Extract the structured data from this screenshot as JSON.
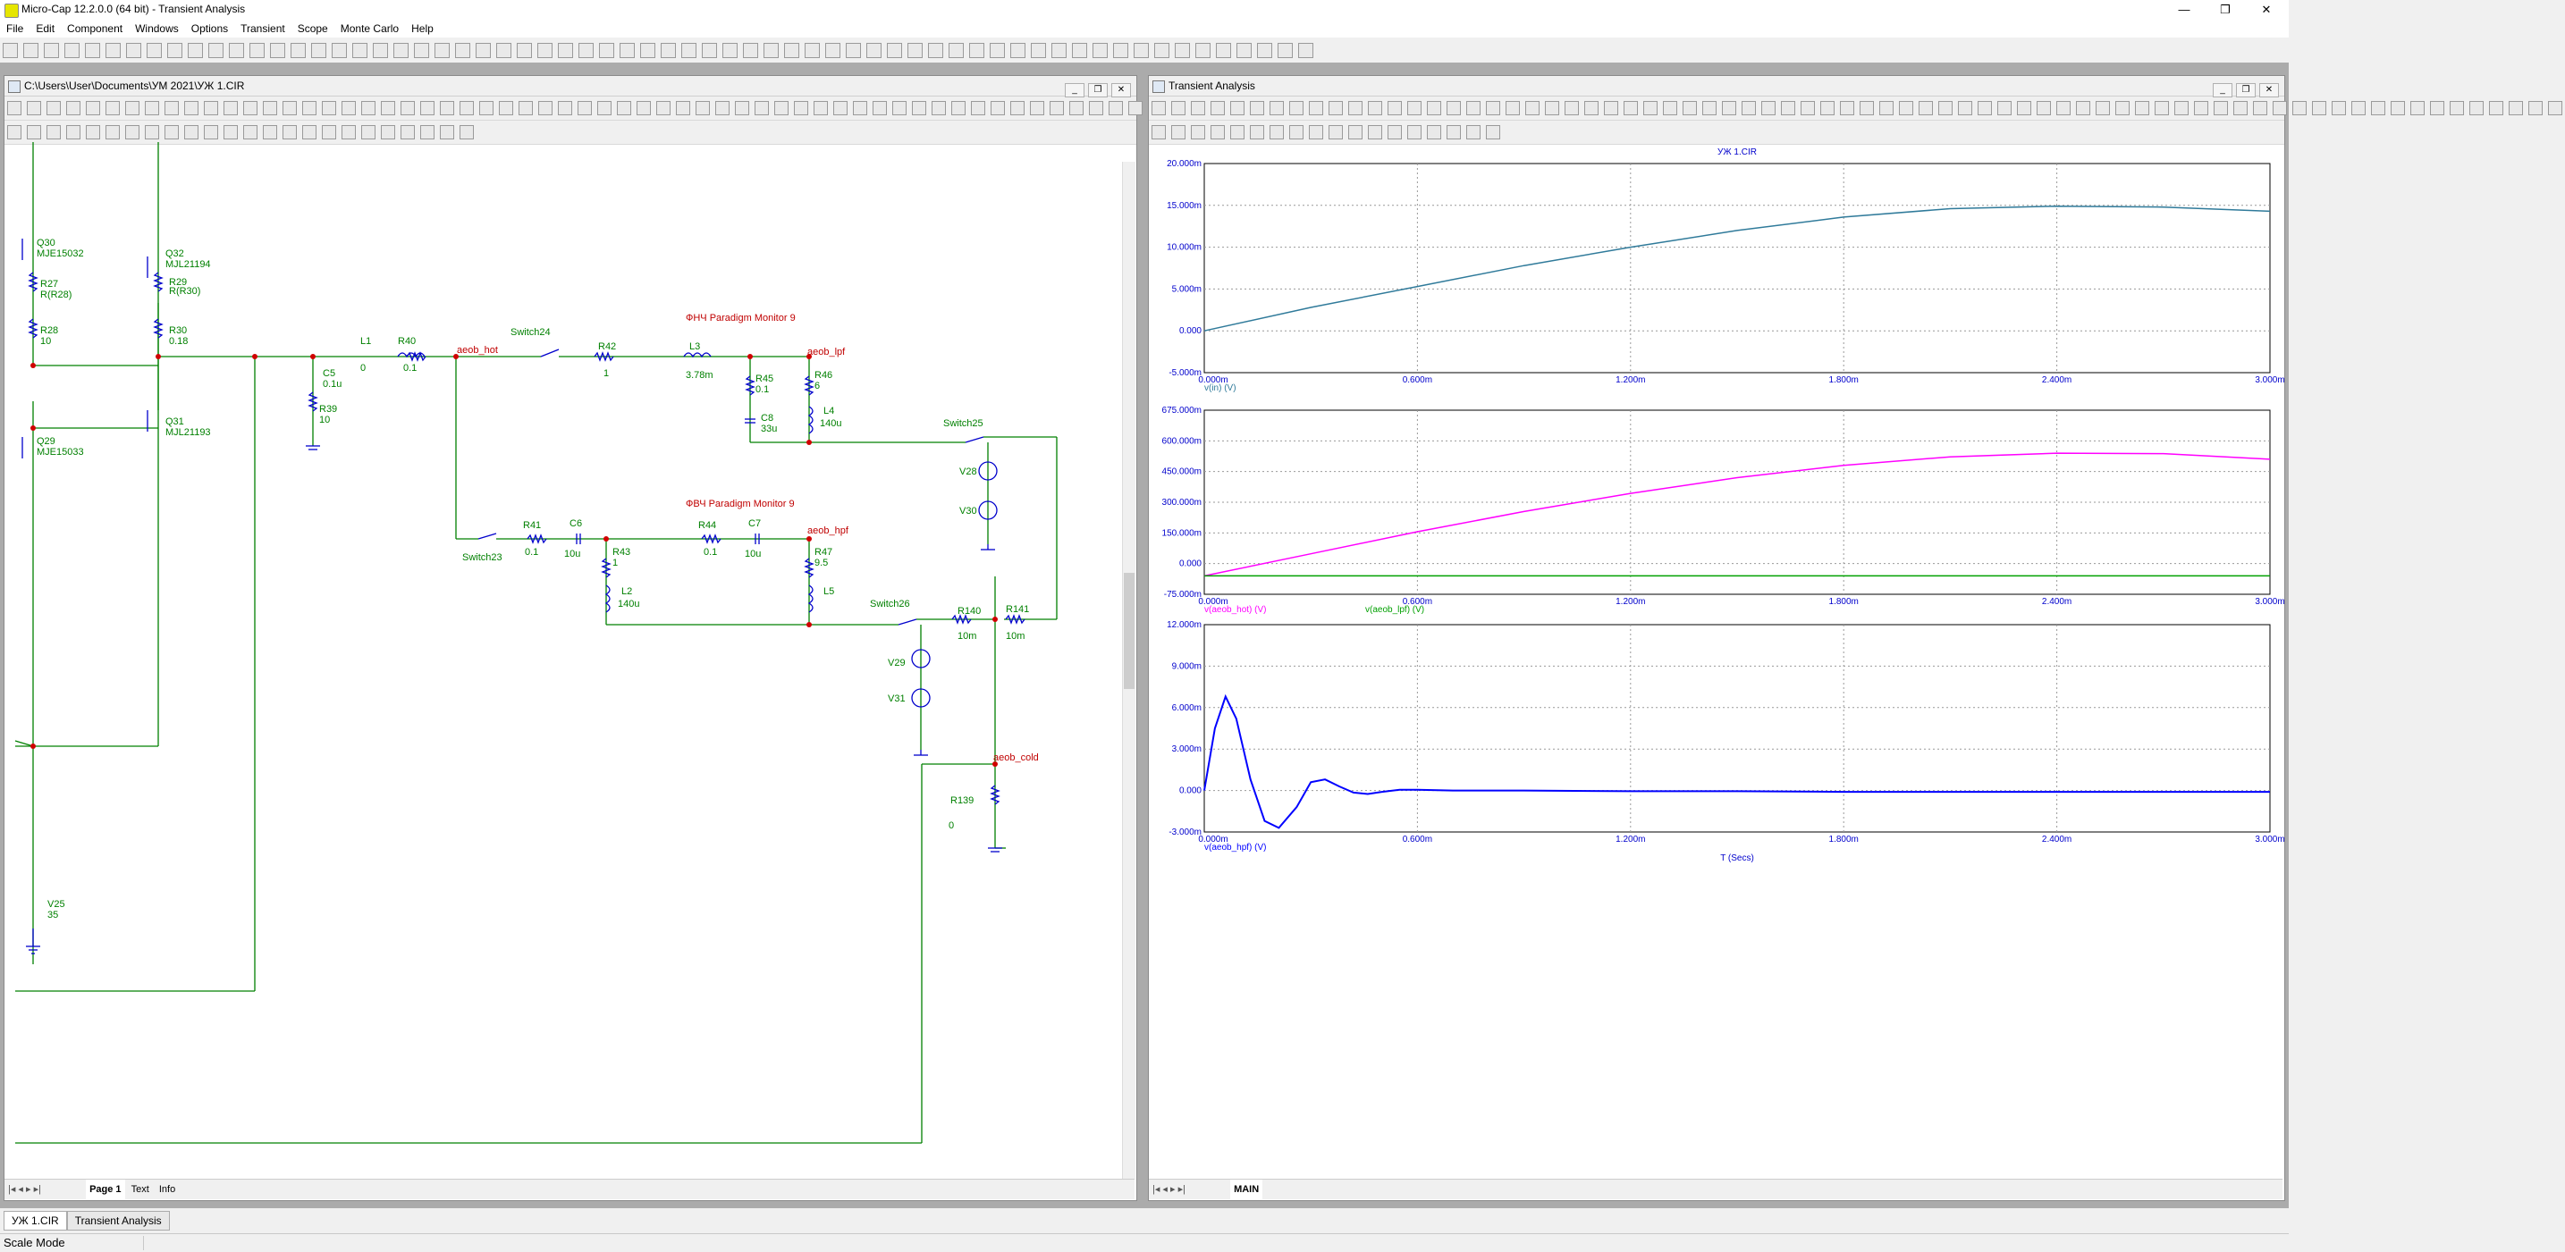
{
  "app": {
    "title": "Micro-Cap 12.2.0.0 (64 bit) - Transient Analysis",
    "window_controls": {
      "minimize": "—",
      "restore": "❐",
      "close": "✕"
    }
  },
  "menu": [
    "File",
    "Edit",
    "Component",
    "Windows",
    "Options",
    "Transient",
    "Scope",
    "Monte Carlo",
    "Help"
  ],
  "schematic": {
    "title": "C:\\Users\\User\\Documents\\УМ 2021\\УЖ 1.CIR",
    "page_tabs": [
      "Page 1",
      "Text",
      "Info"
    ],
    "labels": {
      "q30": "Q30",
      "q30m": "MJE15032",
      "q32": "Q32",
      "q32m": "MJL21194",
      "r27": "R27",
      "r27v": "R(R28)",
      "r29": "R29",
      "r29v": "R(R30)",
      "r28": "R28",
      "r28v": "10",
      "r30": "R30",
      "r30v": "0.18",
      "q31": "Q31",
      "q31m": "MJL21193",
      "q29": "Q29",
      "q29m": "MJE15033",
      "l1": "L1",
      "l1v": "0",
      "r40": "R40",
      "r40v": "0.1",
      "c5": "C5",
      "c5v": "0.1u",
      "r39": "R39",
      "r39v": "10",
      "aeob_hot": "аеоb_hot",
      "switch24": "Switch24",
      "lpf_title": "ФНЧ Paradigm Monitor 9",
      "r42": "R42",
      "r42v": "1",
      "l3": "L3",
      "l3v": "3.78m",
      "aeob_lpf": "aeob_lpf",
      "r45": "R45",
      "r45v": "0.1",
      "r46": "R46",
      "r46v": "6",
      "c8": "C8",
      "c8v": "33u",
      "l4": "L4",
      "l4v": "140u",
      "switch25": "Switch25",
      "v28": "V28",
      "v30": "V30",
      "hpf_title": "ФВЧ Paradigm Monitor 9",
      "r41": "R41",
      "r41v": "0.1",
      "c6": "C6",
      "c6v": "10u",
      "switch23": "Switch23",
      "r44": "R44",
      "r44v": "0.1",
      "c7": "C7",
      "c7v": "10u",
      "aeob_hpf": "aeob_hpf",
      "r43": "R43",
      "r43v": "1",
      "r47": "R47",
      "r47v": "9.5",
      "l2": "L2",
      "l2v": "140u",
      "l5": "L5",
      "switch26": "Switch26",
      "r140": "R140",
      "r140v": "10m",
      "r141": "R141",
      "r141v": "10m",
      "v29": "V29",
      "v31": "V31",
      "aeob_cold": "aeob_cold",
      "r139": "R139",
      "r139v": "0",
      "v25": "V25",
      "v25v": "35"
    }
  },
  "analysis": {
    "title": "Transient Analysis",
    "plot_title": "УЖ 1.CIR",
    "page_tab": "MAIN",
    "x_axis_title": "T (Secs)",
    "x_ticks": [
      "0.000m",
      "0.600m",
      "1.200m",
      "1.800m",
      "2.400m",
      "3.000m"
    ],
    "colors": {
      "p1": "#2f7a9a",
      "p2a": "#ff00ff",
      "p2b": "#00a000",
      "p3": "#0000ff"
    }
  },
  "chart_data": [
    {
      "type": "line",
      "x": [
        0,
        0.3,
        0.6,
        0.9,
        1.2,
        1.5,
        1.8,
        2.1,
        2.4,
        2.7,
        3.0
      ],
      "series": [
        {
          "name": "v(in) (V)",
          "values": [
            0,
            2.8,
            5.3,
            7.8,
            10.0,
            12.0,
            13.6,
            14.6,
            14.9,
            14.8,
            14.3
          ]
        }
      ],
      "ylim": [
        -5,
        20
      ],
      "yticks": [
        "20.000m",
        "15.000m",
        "10.000m",
        "5.000m",
        "0.000",
        "-5.000m"
      ],
      "xlabel": "",
      "ylabel": ""
    },
    {
      "type": "line",
      "x": [
        0,
        0.3,
        0.6,
        0.9,
        1.2,
        1.5,
        1.8,
        2.1,
        2.4,
        2.7,
        3.0
      ],
      "series": [
        {
          "name": "v(aeob_hot) (V)",
          "values": [
            0,
            90,
            180,
            262,
            336,
            400,
            450,
            485,
            500,
            498,
            475
          ]
        },
        {
          "name": "v(aeob_lpf) (V)",
          "values": [
            0,
            0,
            0,
            0,
            0,
            0,
            0,
            0,
            0,
            0,
            0
          ]
        }
      ],
      "ylim": [
        -75,
        675
      ],
      "yticks": [
        "675.000m",
        "600.000m",
        "450.000m",
        "300.000m",
        "150.000m",
        "0.000",
        "-75.000m"
      ],
      "xlabel": "",
      "ylabel": ""
    },
    {
      "type": "line",
      "x": [
        0,
        0.03,
        0.06,
        0.09,
        0.13,
        0.17,
        0.21,
        0.26,
        0.3,
        0.34,
        0.38,
        0.42,
        0.46,
        0.5,
        0.55,
        0.6,
        0.7,
        0.9,
        1.2,
        1.5,
        1.8,
        2.1,
        2.4,
        2.7,
        3.0
      ],
      "series": [
        {
          "name": "v(aeob_hpf) (V)",
          "values": [
            0,
            4.5,
            6.8,
            5.2,
            0.8,
            -2.2,
            -2.7,
            -1.2,
            0.6,
            0.8,
            0.3,
            -0.15,
            -0.25,
            -0.1,
            0.05,
            0.06,
            0.0,
            0.0,
            -0.05,
            -0.05,
            -0.1,
            -0.1,
            -0.1,
            -0.1,
            -0.1
          ]
        }
      ],
      "ylim": [
        -3,
        12
      ],
      "yticks": [
        "12.000m",
        "9.000m",
        "6.000m",
        "3.000m",
        "0.000",
        "-3.000m"
      ],
      "xlabel": "T (Secs)",
      "ylabel": ""
    }
  ],
  "tabs": {
    "doc1": "УЖ 1.CIR",
    "doc2": "Transient Analysis"
  },
  "status": {
    "mode": "Scale Mode"
  }
}
